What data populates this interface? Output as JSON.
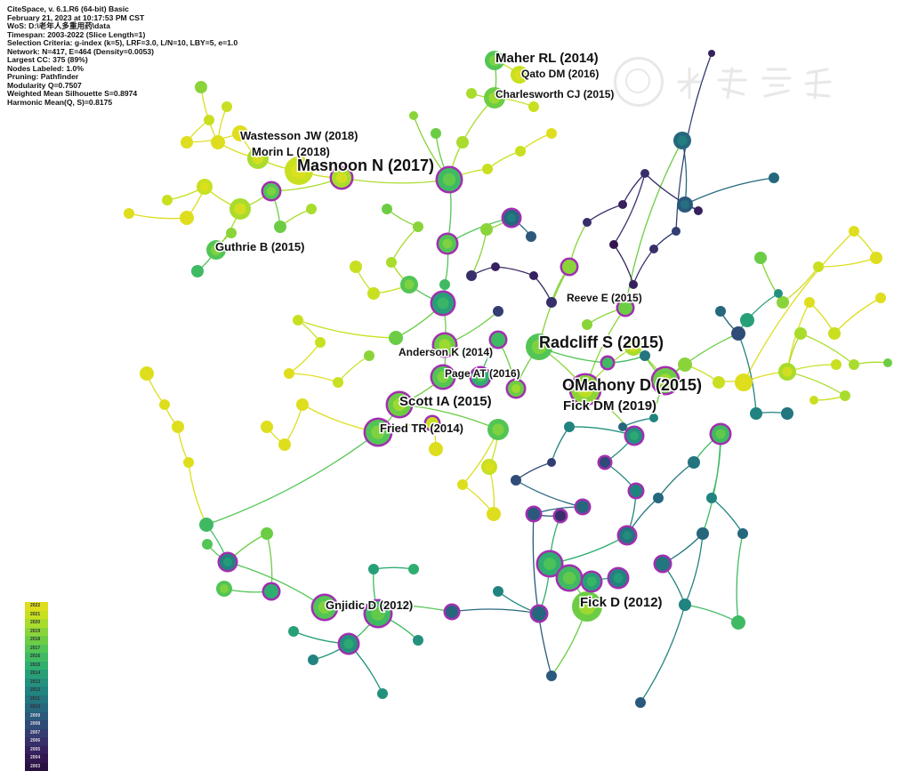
{
  "header_info": [
    "CiteSpace, v. 6.1.R6 (64-bit) Basic",
    "February 21, 2023 at 10:17:53 PM CST",
    "WoS: D:\\老年人多重用药\\data",
    "Timespan: 2003-2022 (Slice Length=1)",
    "Selection Criteria: g-index (k=5), LRF=3.0, L/N=10, LBY=5, e=1.0",
    "Network: N=417, E=464 (Density=0.0053)",
    "Largest CC: 375 (89%)",
    "Nodes Labeled: 1.0%",
    "Pruning: Pathfinder",
    "Modularity Q=0.7507",
    "Weighted Mean Silhouette S=0.8974",
    "Harmonic Mean(Q, S)=0.8175"
  ],
  "labels": {
    "maher": "Maher RL (2014)",
    "qato": "Qato DM (2016)",
    "charlesworth": "Charlesworth CJ (2015)",
    "wastesson": "Wastesson JW (2018)",
    "morin": "Morin L (2018)",
    "masnoon": "Masnoon N (2017)",
    "guthrie": "Guthrie B (2015)",
    "reeve": "Reeve E (2015)",
    "radcliff": "Radcliff S (2015)",
    "anderson": "Anderson K (2014)",
    "page": "Page AT (2016)",
    "omahony": "OMahony D (2015)",
    "scott": "Scott IA (2015)",
    "fickdm": "Fick DM (2019)",
    "fried": "Fried TR (2014)",
    "gnjidic": "Gnjidic D (2012)",
    "fickd": "Fick D (2012)"
  },
  "legend": {
    "years": [
      "2022",
      "2021",
      "2020",
      "2019",
      "2018",
      "2017",
      "2016",
      "2015",
      "2014",
      "2013",
      "2012",
      "2011",
      "2010",
      "2009",
      "2008",
      "2007",
      "2006",
      "2005",
      "2004",
      "2003"
    ],
    "colors": [
      "#dede1e",
      "#c8e020",
      "#a9dc2c",
      "#8ad43a",
      "#6ccd45",
      "#52c555",
      "#3fba63",
      "#2fae70",
      "#27a078",
      "#23917d",
      "#21837f",
      "#23757f",
      "#26677e",
      "#2a597c",
      "#2f4b78",
      "#333d72",
      "#362f6a",
      "#36215e",
      "#311650",
      "#281040"
    ]
  },
  "colors": {
    "burst_ring": "#a12fb0",
    "year_2022": "#dede1e",
    "year_2003": "#281040"
  }
}
